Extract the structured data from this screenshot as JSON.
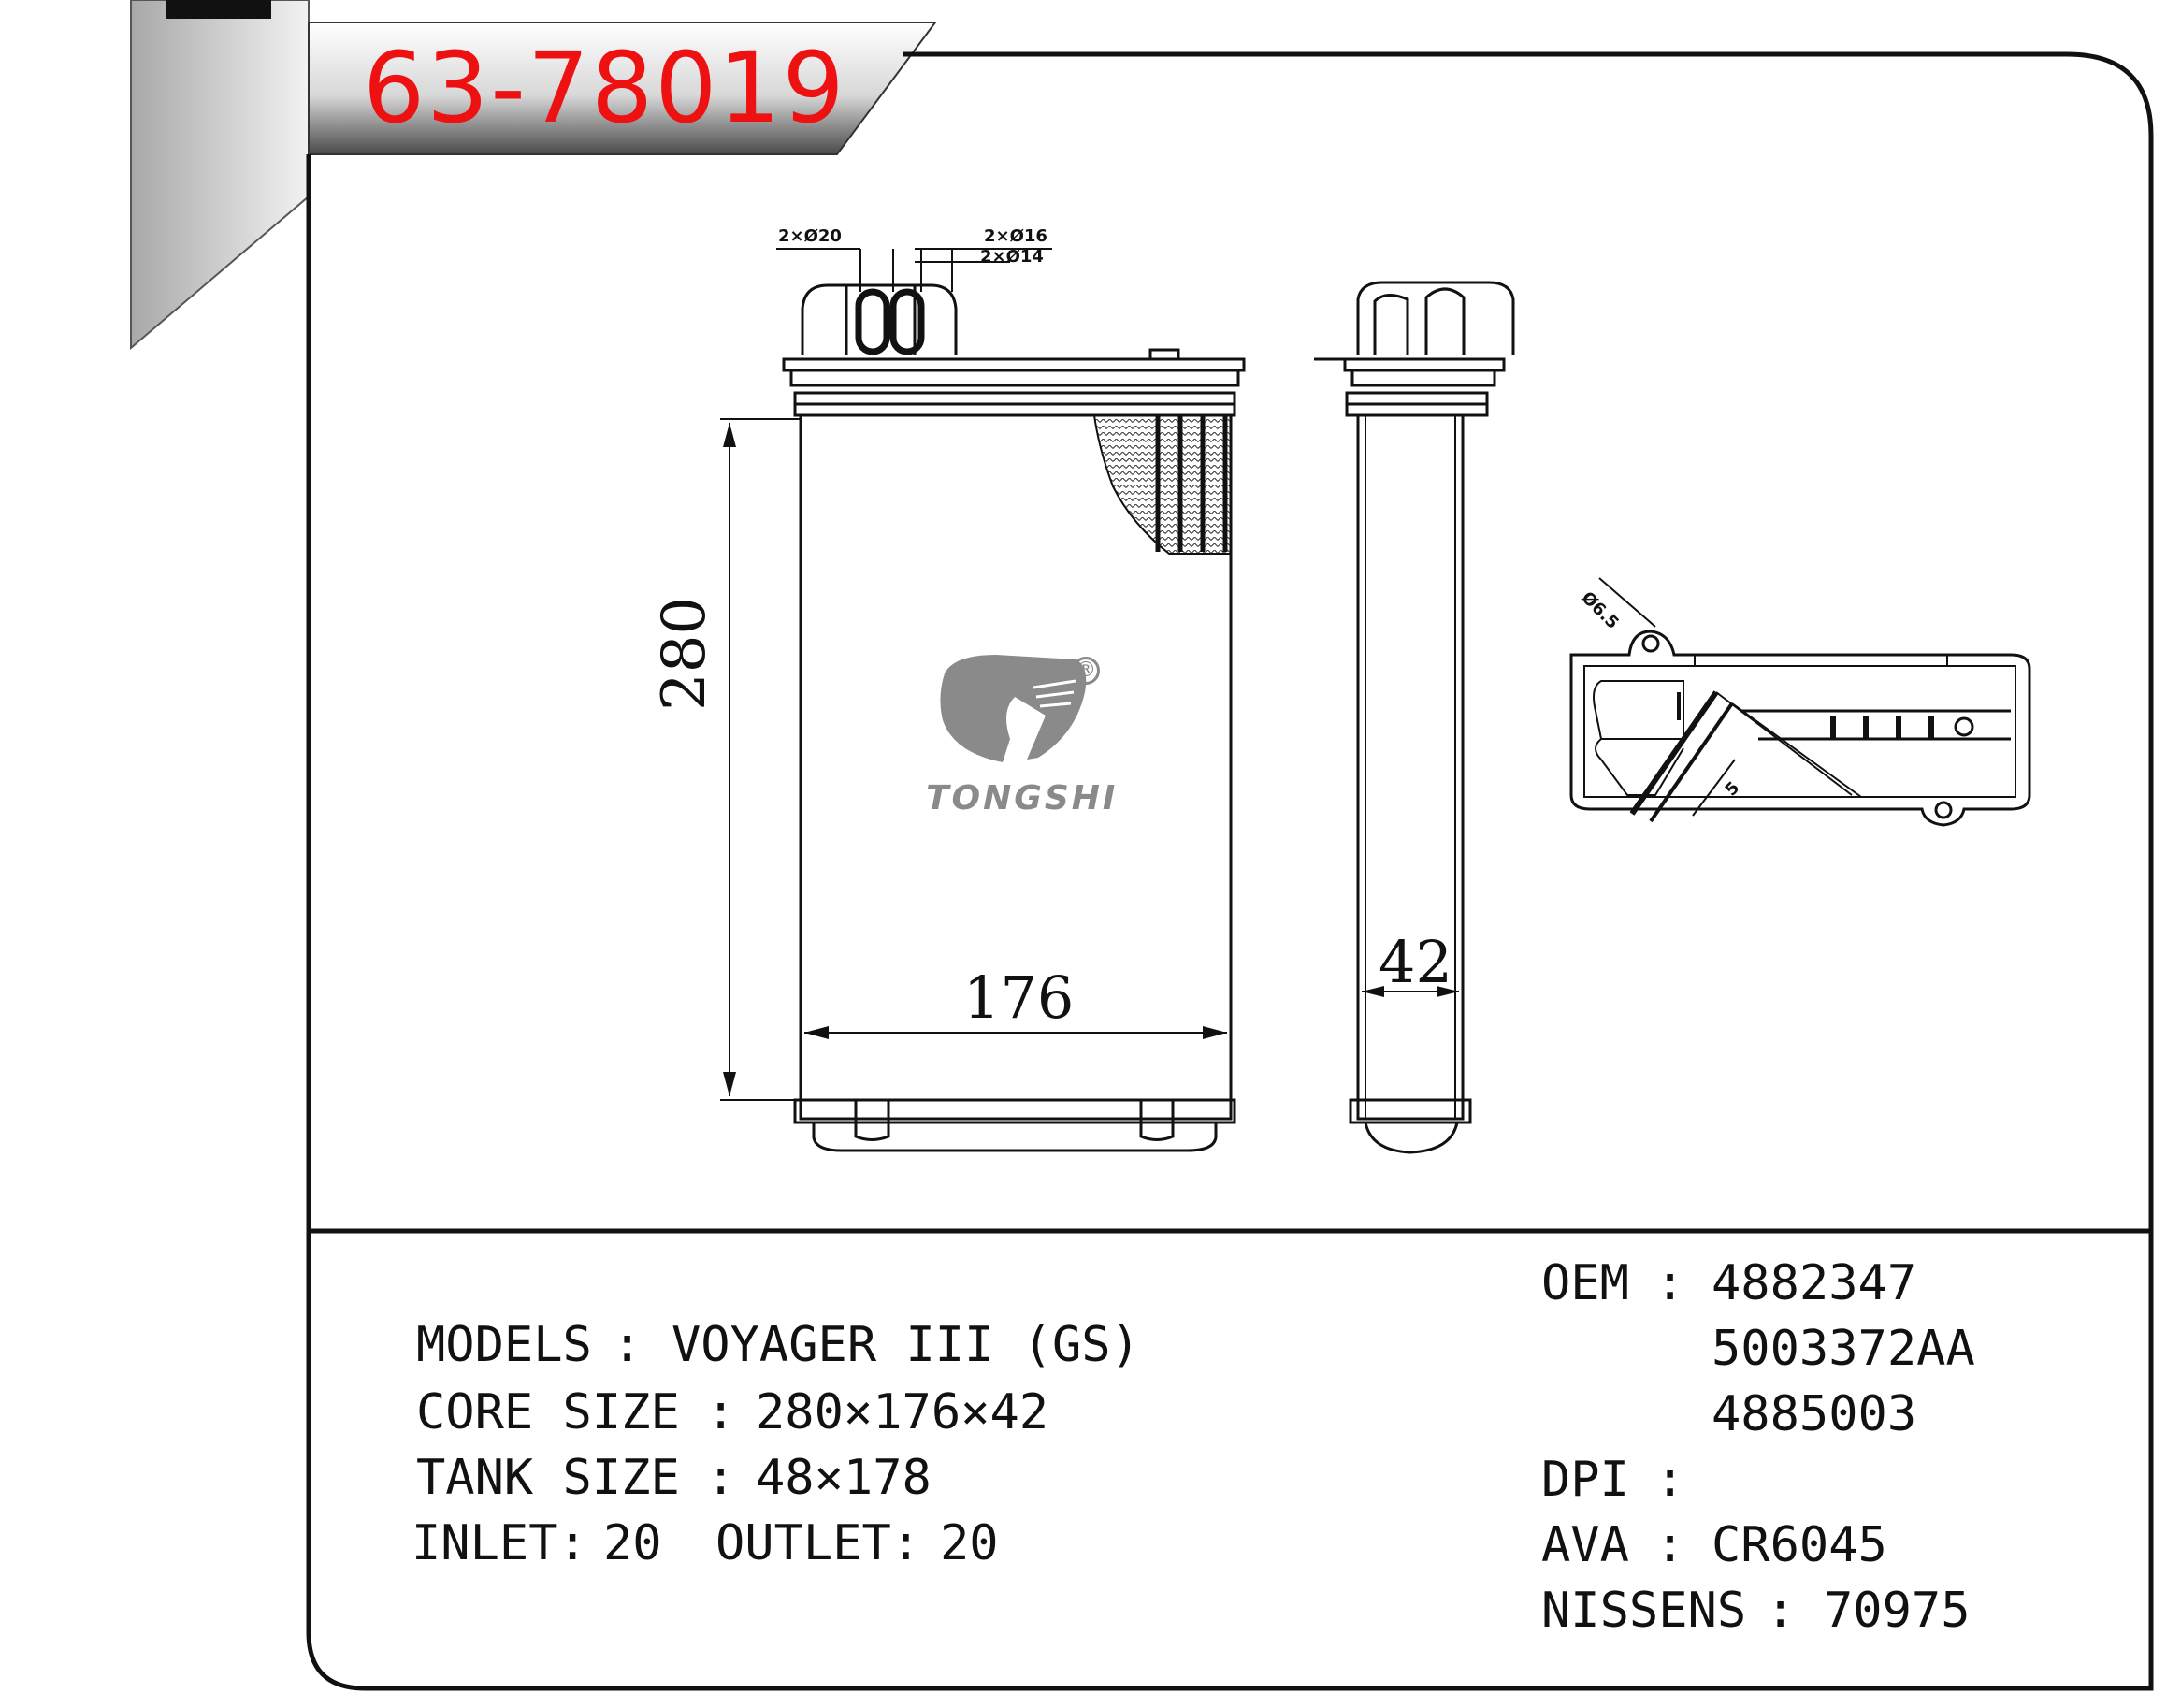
{
  "part_number": "63-78019",
  "brand": {
    "name": "TONGSHI",
    "registered_mark": "®"
  },
  "drawing": {
    "height_dim": "280",
    "width_dim": "176",
    "depth_dim": "42",
    "pipe_spec_1": "2×Ø20",
    "pipe_spec_2": "2×Ø16",
    "pipe_spec_3": "2×Ø14",
    "hole_spec": "Ø6.5",
    "small_dim": "5"
  },
  "specs": {
    "models_label": "MODELS",
    "models_value": "VOYAGER III (GS)",
    "core_label": "CORE SIZE",
    "core_value": "280×176×42",
    "tank_label": "TANK SIZE",
    "tank_value": "48×178",
    "inlet_label": "INLET:",
    "inlet_value": "20",
    "outlet_label": "OUTLET:",
    "outlet_value": "20"
  },
  "refs": {
    "oem_label": "OEM",
    "oem_values": [
      "4882347",
      "5003372AA",
      "4885003"
    ],
    "dpi_label": "DPI",
    "dpi_value": "",
    "ava_label": "AVA",
    "ava_value": "CR6045",
    "nissens_label": "NISSENS",
    "nissens_value": "70975"
  },
  "colors": {
    "part_number": "#ee1111",
    "logo": "#8a8a8a",
    "line": "#111111"
  }
}
